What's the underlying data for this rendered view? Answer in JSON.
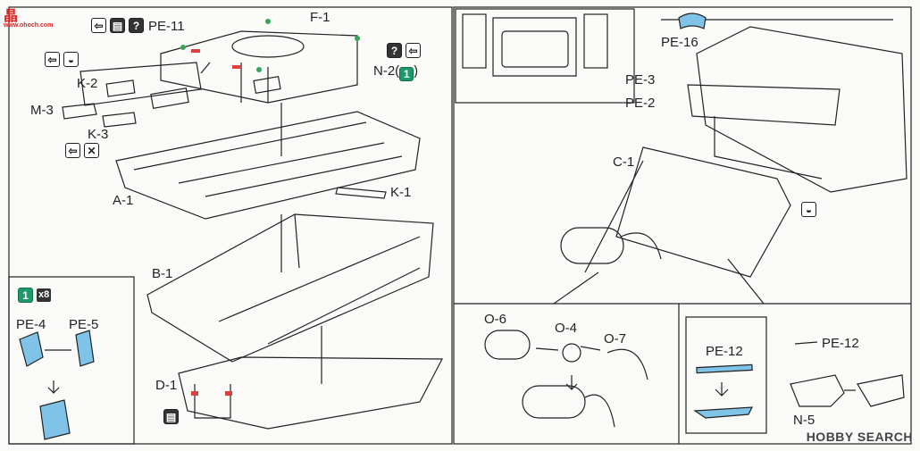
{
  "labels": {
    "f1": "F-1",
    "pe11": "PE-11",
    "n2": "N-2(",
    "n2_step": "1",
    "n2_close": ")",
    "k2": "K-2",
    "m3": "M-3",
    "k3": "K-3",
    "a1": "A-1",
    "k1": "K-1",
    "b1": "B-1",
    "d1": "D-1",
    "pe16": "PE-16",
    "pe3": "PE-3",
    "pe2": "PE-2",
    "c1": "C-1",
    "o6": "O-6",
    "o4": "O-4",
    "o7": "O-7",
    "pe12a": "PE-12",
    "pe12b": "PE-12",
    "n5": "N-5",
    "pe4": "PE-4",
    "pe5": "PE-5",
    "step": "1",
    "qty": "x8"
  },
  "icons": {
    "question_glyph": "?",
    "question_glyph_2": "?"
  },
  "watermarks": {
    "site_logo": "晶",
    "site_url": "www.ohoch.com",
    "hobby_search": "HOBBY SEARCH"
  },
  "colors": {
    "line": "#222222",
    "accent_blue": "#5aa9d6",
    "accent_green": "#1e9a6a",
    "accent_red": "#d94040"
  }
}
